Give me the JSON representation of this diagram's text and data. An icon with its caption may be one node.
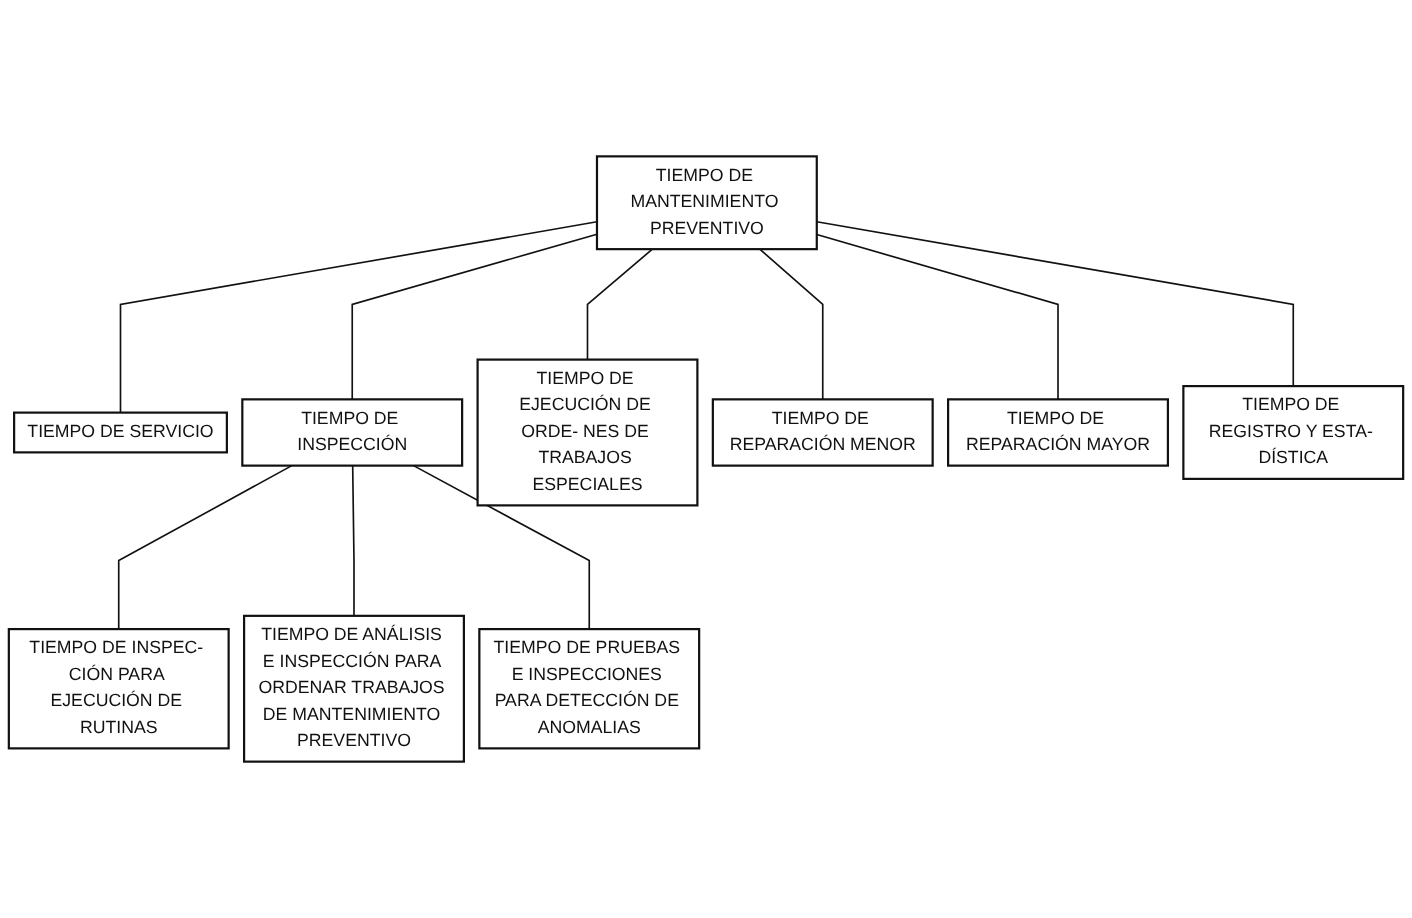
{
  "diagram": {
    "nodes": [
      {
        "text": [
          "TIEMPO DE MANTENIMIENTO PREVENTIVO"
        ]
      },
      {
        "text": [
          "TIEMPO DE SERVICIO"
        ]
      },
      {
        "text": [
          "TIEMPO DE INSPECCIÓN"
        ]
      },
      {
        "text": [
          "TIEMPO DE EJECUCIÓN DE ORDE- NES DE TRABAJOS ESPECIALES"
        ]
      },
      {
        "text": [
          "TIEMPO DE REPARACIÓN MENOR"
        ]
      },
      {
        "text": [
          "TIEMPO DE REPARACIÓN MAYOR"
        ]
      },
      {
        "text": [
          "TIEMPO DE REGISTRO Y ESTA- DÍSTICA"
        ]
      },
      {
        "text": [
          "TIEMPO DE INSPEC- CIÓN PARA EJECUCIÓN DE RUTINAS"
        ]
      },
      {
        "text": [
          "TIEMPO DE ANÁLISIS E INSPECCIÓN PARA ORDENAR TRABAJOS DE MANTENIMIENTO PREVENTIVO"
        ]
      },
      {
        "text": [
          "TIEMPO DE PRUEBAS E INSPECCIONES PARA DETECCIÓN DE ANOMALIAS"
        ]
      }
    ],
    "edges": [
      {
        "from": 0,
        "to": 1,
        "arrow": "none"
      },
      {
        "from": 0,
        "to": 2,
        "arrow": "none"
      },
      {
        "from": 0,
        "to": 3,
        "arrow": "none"
      },
      {
        "from": 0,
        "to": 4,
        "arrow": "none"
      },
      {
        "from": 0,
        "to": 5,
        "arrow": "none"
      },
      {
        "from": 0,
        "to": 6,
        "arrow": "none"
      },
      {
        "from": 2,
        "to": 7,
        "arrow": "none"
      },
      {
        "from": 2,
        "to": 8,
        "arrow": "none"
      },
      {
        "from": 2,
        "to": 9,
        "arrow": "none"
      }
    ]
  }
}
